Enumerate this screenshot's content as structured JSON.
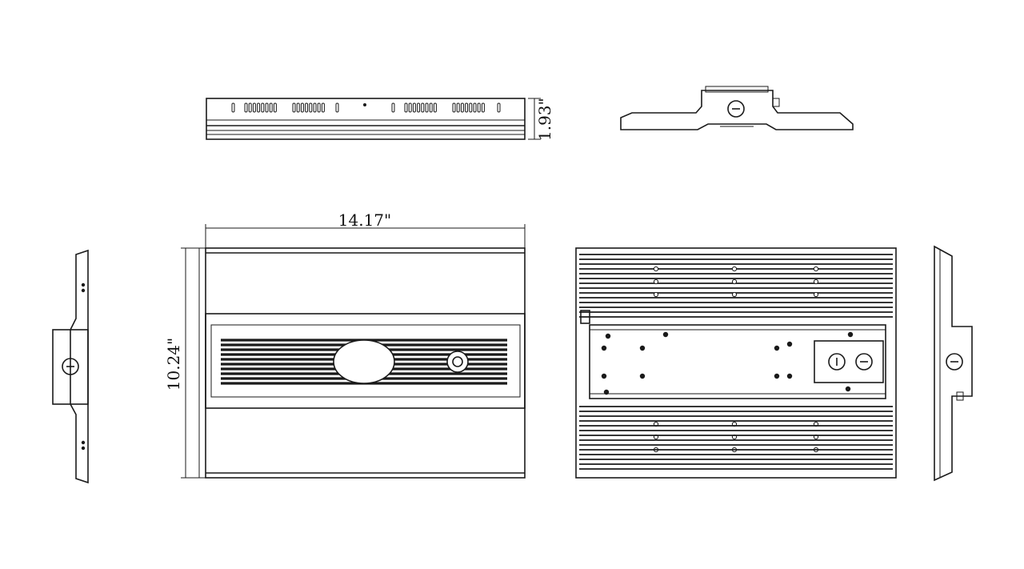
{
  "dimensions": {
    "width_label": "14.17\"",
    "height_label": "10.24\"",
    "depth_label": "1.93\""
  },
  "colors": {
    "line": "#1a1a1a",
    "background": "#ffffff"
  }
}
